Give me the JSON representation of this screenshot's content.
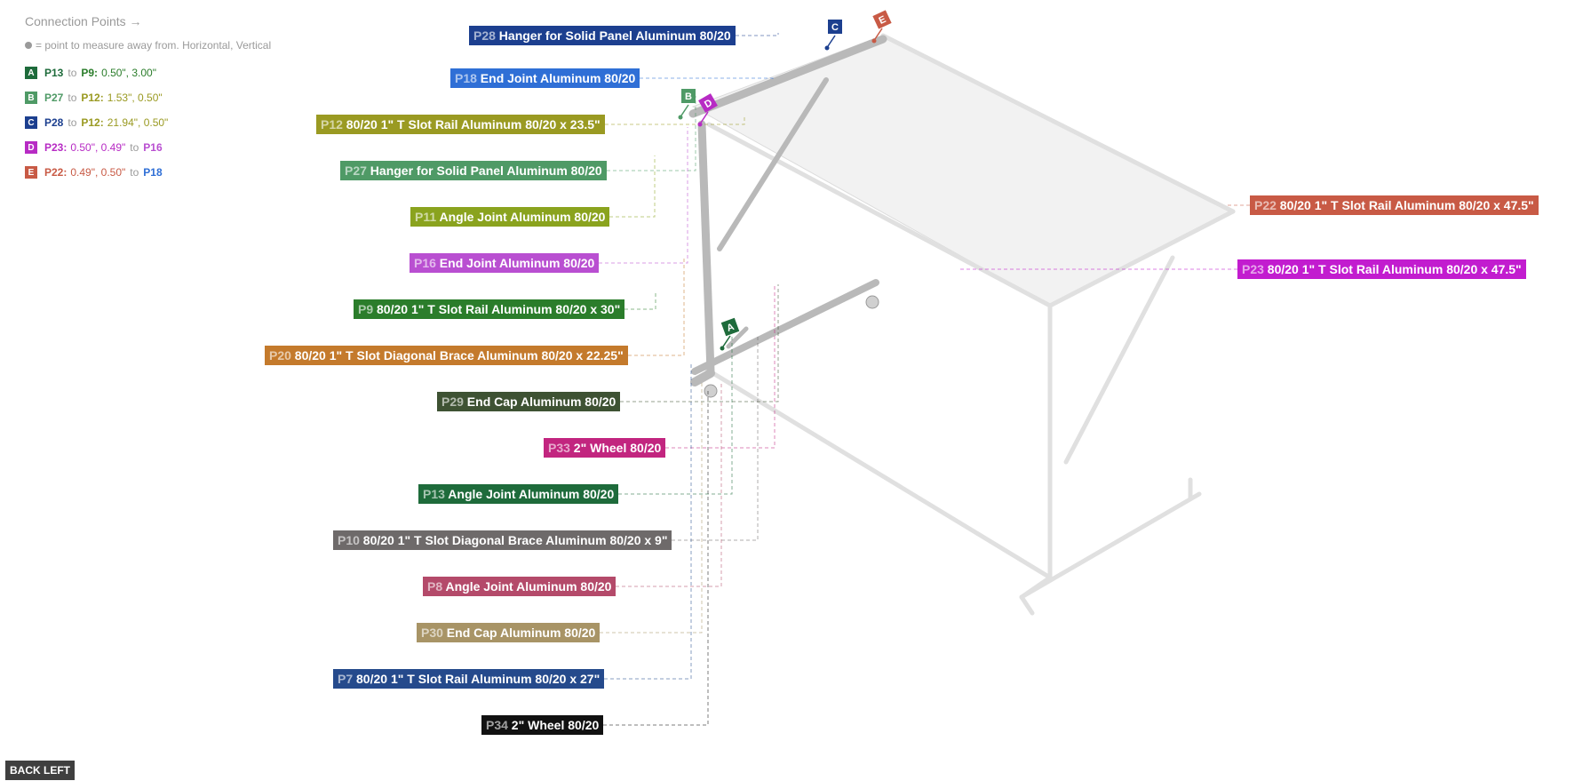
{
  "legend": {
    "title": "Connection Points →",
    "hint": "= point to measure away from. Horizontal, Vertical",
    "rows": [
      {
        "badge": "A",
        "badge_color": "#1e6b3b",
        "parts": [
          {
            "t": "P13",
            "c": "#1e6b3b",
            "b": true
          },
          {
            "t": "to",
            "c": "#9a9a9a",
            "to": true
          },
          {
            "t": "P9:",
            "c": "#2b7d2b",
            "b": true
          },
          {
            "t": "0.50\", 3.00\"",
            "c": "#2b7d2b"
          }
        ]
      },
      {
        "badge": "B",
        "badge_color": "#4f9a66",
        "parts": [
          {
            "t": "P27",
            "c": "#4f9a66",
            "b": true
          },
          {
            "t": "to",
            "c": "#9a9a9a",
            "to": true
          },
          {
            "t": "P12:",
            "c": "#9a9a22",
            "b": true
          },
          {
            "t": "1.53\", 0.50\"",
            "c": "#9a9a22"
          }
        ]
      },
      {
        "badge": "C",
        "badge_color": "#1c3f8f",
        "parts": [
          {
            "t": "P28",
            "c": "#1c3f8f",
            "b": true
          },
          {
            "t": "to",
            "c": "#9a9a9a",
            "to": true
          },
          {
            "t": "P12:",
            "c": "#9a9a22",
            "b": true
          },
          {
            "t": "21.94\", 0.50\"",
            "c": "#9a9a22"
          }
        ]
      },
      {
        "badge": "D",
        "badge_color": "#b72bc4",
        "parts": [
          {
            "t": "P23:",
            "c": "#b72bc4",
            "b": true
          },
          {
            "t": "0.50\", 0.49\"",
            "c": "#b72bc4"
          },
          {
            "t": "to",
            "c": "#9a9a9a",
            "to": true
          },
          {
            "t": "P16",
            "c": "#b94fd1",
            "b": true
          }
        ]
      },
      {
        "badge": "E",
        "badge_color": "#c85a45",
        "parts": [
          {
            "t": "P22:",
            "c": "#c85a45",
            "b": true
          },
          {
            "t": "0.49\", 0.50\"",
            "c": "#c85a45"
          },
          {
            "t": "to",
            "c": "#9a9a9a",
            "to": true
          },
          {
            "t": "P18",
            "c": "#2f6fd6",
            "b": true
          }
        ]
      }
    ]
  },
  "labels": [
    {
      "id": "P28",
      "text": "Hanger for Solid Panel Aluminum 80/20",
      "color": "#1c3f8f"
    },
    {
      "id": "P18",
      "text": "End Joint Aluminum 80/20",
      "color": "#2f6fd6"
    },
    {
      "id": "P12",
      "text": "80/20 1\" T Slot Rail Aluminum 80/20 x 23.5\"",
      "color": "#9a9a22"
    },
    {
      "id": "P27",
      "text": "Hanger for Solid Panel Aluminum 80/20",
      "color": "#4f9a66"
    },
    {
      "id": "P11",
      "text": "Angle Joint Aluminum 80/20",
      "color": "#8aa31e"
    },
    {
      "id": "P16",
      "text": "End Joint Aluminum 80/20",
      "color": "#b94fd1"
    },
    {
      "id": "P9",
      "text": "80/20 1\" T Slot Rail Aluminum 80/20 x 30\"",
      "color": "#2b7d2b"
    },
    {
      "id": "P20",
      "text": "80/20 1\" T Slot Diagonal Brace  Aluminum 80/20 x 22.25\"",
      "color": "#c47a2c"
    },
    {
      "id": "P29",
      "text": "End Cap Aluminum 80/20",
      "color": "#3e5233"
    },
    {
      "id": "P33",
      "text": "2\" Wheel 80/20",
      "color": "#c2257f"
    },
    {
      "id": "P13",
      "text": "Angle Joint Aluminum 80/20",
      "color": "#1e6b3b"
    },
    {
      "id": "P10",
      "text": "80/20 1\" T Slot Diagonal Brace  Aluminum 80/20 x 9\"",
      "color": "#6e6a6a"
    },
    {
      "id": "P8",
      "text": "Angle Joint Aluminum 80/20",
      "color": "#b44a6a"
    },
    {
      "id": "P30",
      "text": "End Cap Aluminum 80/20",
      "color": "#a89466"
    },
    {
      "id": "P7",
      "text": "80/20 1\" T Slot Rail Aluminum 80/20 x 27\"",
      "color": "#254a8c"
    },
    {
      "id": "P34",
      "text": "2\" Wheel 80/20",
      "color": "#111111"
    },
    {
      "id": "P22",
      "text": "80/20 1\" T Slot Rail Aluminum 80/20 x 47.5\"",
      "color": "#c85a45"
    },
    {
      "id": "P23",
      "text": "80/20 1\" T Slot Rail Aluminum 80/20 x 47.5\"",
      "color": "#c21ccf"
    }
  ],
  "markers": [
    {
      "letter": "A",
      "color": "#1e6b3b"
    },
    {
      "letter": "B",
      "color": "#4f9a66"
    },
    {
      "letter": "C",
      "color": "#1c3f8f"
    },
    {
      "letter": "D",
      "color": "#b72bc4"
    },
    {
      "letter": "E",
      "color": "#c85a45"
    }
  ],
  "view_button": "BACK LEFT"
}
